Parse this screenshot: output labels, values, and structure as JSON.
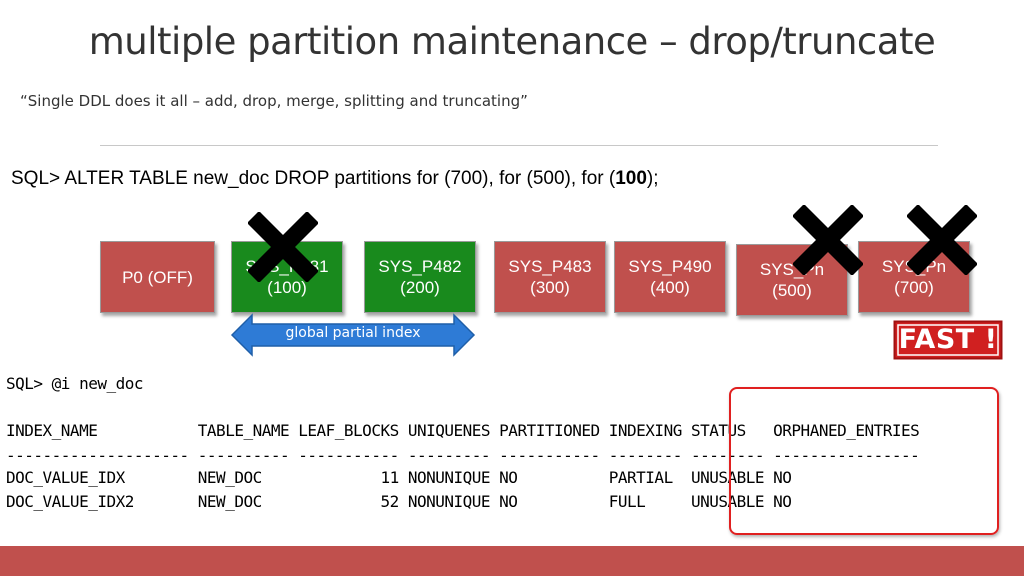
{
  "slide": {
    "title": "multiple partition maintenance – drop/truncate",
    "subtitle": "“Single DDL does it all – add, drop, merge, splitting and truncating”",
    "sql_statement": {
      "before": "SQL> ALTER TABLE new_doc DROP partitions for (700), for (500), for (",
      "bold": "100",
      "after": ");"
    }
  },
  "partitions": [
    {
      "name": "P0 (OFF)",
      "value": "",
      "color": "#c0504d",
      "dropped": false
    },
    {
      "name": "SYS_P481",
      "value": "(100)",
      "color": "#198a1d",
      "dropped": true
    },
    {
      "name": "SYS_P482",
      "value": "(200)",
      "color": "#198a1d",
      "dropped": false
    },
    {
      "name": "SYS_P483",
      "value": "(300)",
      "color": "#c0504d",
      "dropped": false
    },
    {
      "name": "SYS_P490",
      "value": "(400)",
      "color": "#c0504d",
      "dropped": false
    },
    {
      "name": "SYS_Pn",
      "value": "(500)",
      "color": "#c0504d",
      "dropped": true
    },
    {
      "name": "SYS_Pn",
      "value": "(700)",
      "color": "#c0504d",
      "dropped": true
    }
  ],
  "index_arrow": {
    "label": "global partial index",
    "color": "#2e7bd6"
  },
  "fast_stamp": {
    "label": "FAST !",
    "color": "#d02020"
  },
  "terminal": {
    "command": "SQL> @i new_doc",
    "header": "INDEX_NAME           TABLE_NAME LEAF_BLOCKS UNIQUENES PARTITIONED INDEXING STATUS   ORPHANED_ENTRIES",
    "separator": "-------------------- ---------- ----------- --------- ----------- -------- -------- ----------------",
    "rows": [
      "DOC_VALUE_IDX        NEW_DOC             11 NONUNIQUE NO          PARTIAL  UNUSABLE NO",
      "DOC_VALUE_IDX2       NEW_DOC             52 NONUNIQUE NO          FULL     UNUSABLE NO"
    ]
  },
  "colors": {
    "band": "#c0504d",
    "highlight_box": "#e02020",
    "text": "#333333"
  }
}
